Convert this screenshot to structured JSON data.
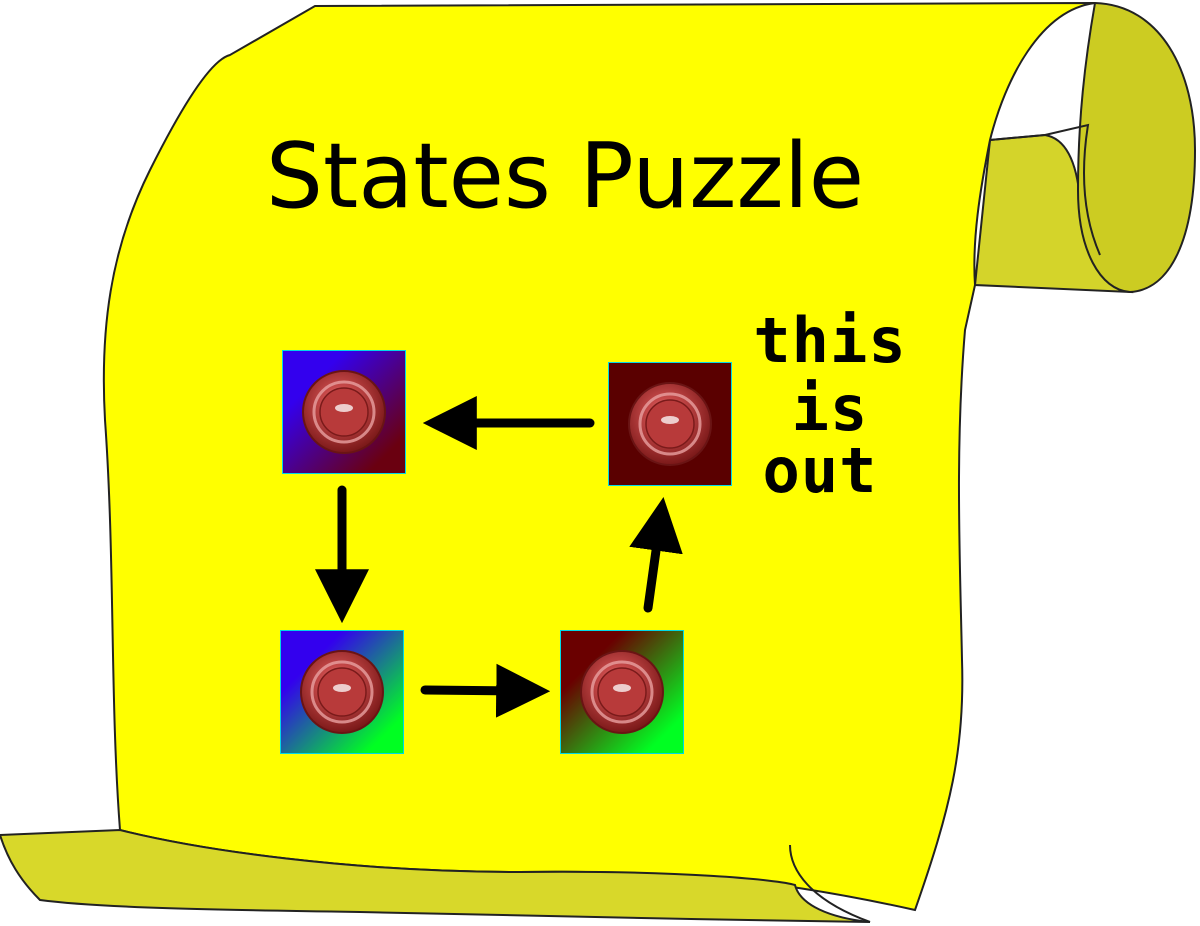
{
  "title": "States Puzzle",
  "note": {
    "line1": "this",
    "line2": "is",
    "line3": "out"
  },
  "colors": {
    "scroll": "#ffff00",
    "scroll_shade": "#cccc22",
    "outline": "#222222",
    "tile_border": "#00d8e8",
    "button": "#c84a4a",
    "blue": "#3300ee",
    "dark_red": "#5a0000",
    "green": "#00ff22"
  },
  "states": [
    {
      "id": "blue-red",
      "colors": [
        "#3300ee",
        "#6a0010"
      ]
    },
    {
      "id": "dark-red",
      "colors": [
        "#5a0000",
        "#5a0000"
      ]
    },
    {
      "id": "blue-green",
      "colors": [
        "#3300ee",
        "#00ff22"
      ]
    },
    {
      "id": "red-green",
      "colors": [
        "#6a0000",
        "#00ff22"
      ]
    }
  ],
  "transitions": [
    {
      "from": "dark-red",
      "to": "blue-red"
    },
    {
      "from": "blue-red",
      "to": "blue-green"
    },
    {
      "from": "blue-green",
      "to": "red-green"
    },
    {
      "from": "red-green",
      "to": "dark-red"
    }
  ]
}
